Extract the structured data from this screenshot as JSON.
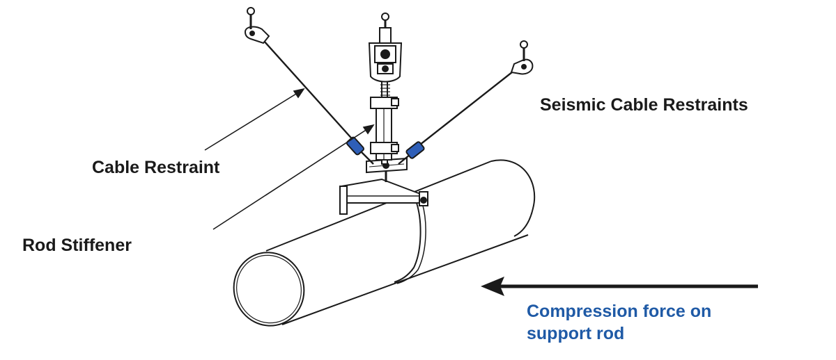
{
  "labels": {
    "seismic_cable_restraints": "Seismic Cable Restraints",
    "cable_restraint": "Cable Restraint",
    "rod_stiffener": "Rod Stiffener",
    "compression_line1": "Compression force on",
    "compression_line2": "support rod"
  },
  "colors": {
    "line": "#1a1a1a",
    "label_text": "#1a1a1a",
    "compression_text": "#1f5aa6",
    "cable_sleeve": "#2f5fb8",
    "background": "#ffffff"
  }
}
